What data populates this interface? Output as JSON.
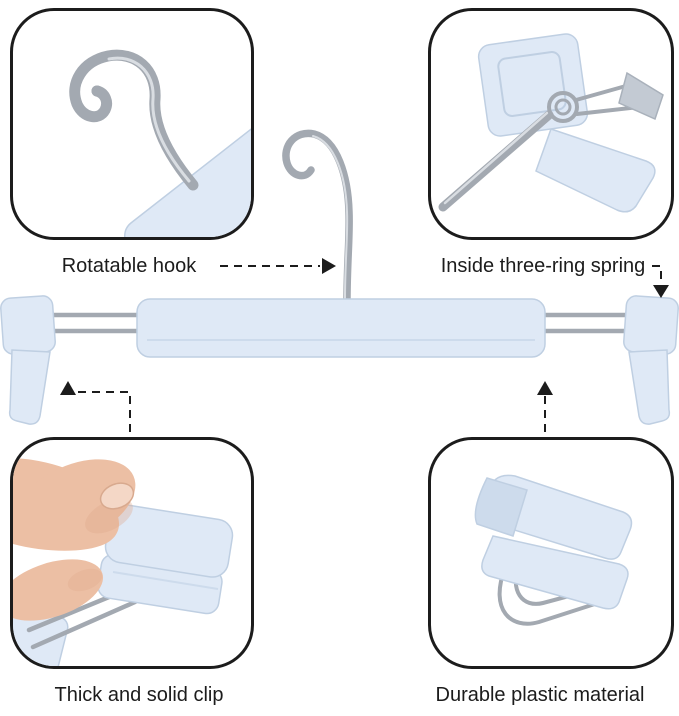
{
  "labels": {
    "rotatable_hook": "Rotatable hook",
    "inside_spring": "Inside three-ring spring",
    "thick_clip": "Thick and solid clip",
    "durable_material": "Durable plastic material"
  },
  "colors": {
    "ink": "#1c1c1c",
    "background": "#ffffff",
    "plastic": "#dfe9f6",
    "plastic_edge": "#bfcfe2",
    "plastic_shade": "#cddbec",
    "metal": "#a3a9b1",
    "metal_hl": "#d9dde2",
    "skin": "#ecbfa4",
    "skin_shade": "#dfa88c"
  }
}
